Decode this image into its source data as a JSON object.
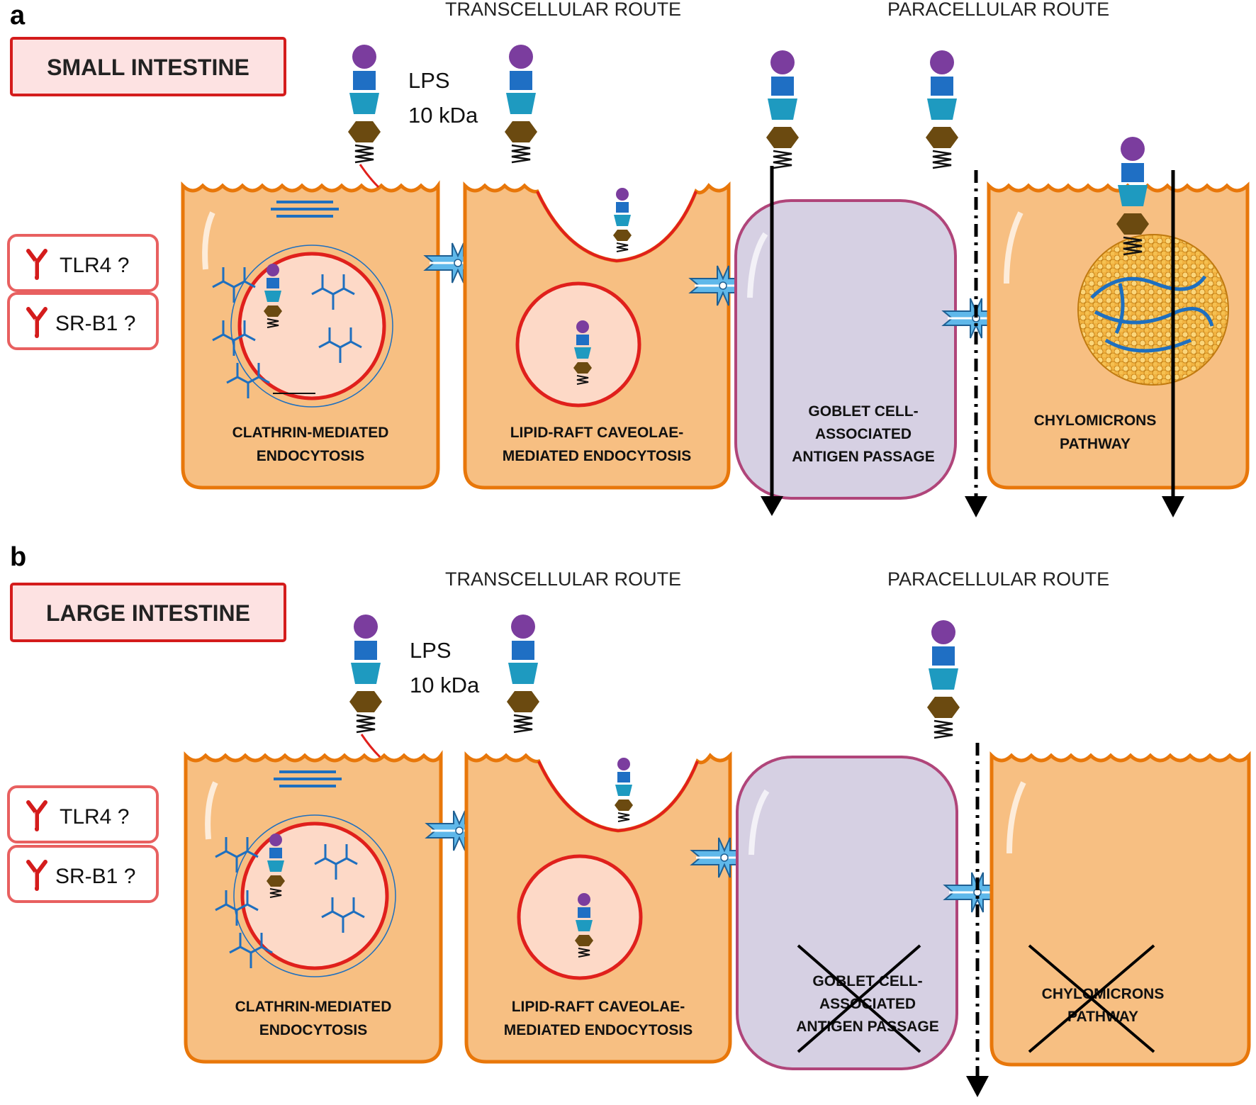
{
  "panel_a": {
    "letter": "a",
    "region": "SMALL INTESTINE",
    "transcellular_title": "TRANSCELLULAR ROUTE",
    "paracellular_title": "PARACELLULAR ROUTE",
    "lps_label_1": "LPS",
    "lps_label_2": "10 kDa",
    "receptors": [
      {
        "label": "TLR4 ?"
      },
      {
        "label": "SR-B1 ?"
      }
    ],
    "cells": [
      {
        "lines": [
          "CLATHRIN-MEDIATED",
          "ENDOCYTOSIS"
        ]
      },
      {
        "lines": [
          "LIPID-RAFT CAVEOLAE-",
          "MEDIATED ENDOCYTOSIS"
        ]
      },
      {
        "lines": [
          "GOBLET CELL-",
          "ASSOCIATED",
          "ANTIGEN PASSAGE"
        ]
      },
      {
        "lines": [
          "CHYLOMICRONS",
          "PATHWAY"
        ]
      }
    ]
  },
  "panel_b": {
    "letter": "b",
    "region": "LARGE INTESTINE",
    "transcellular_title": "TRANSCELLULAR ROUTE",
    "paracellular_title": "PARACELLULAR ROUTE",
    "lps_label_1": "LPS",
    "lps_label_2": "10 kDa",
    "receptors": [
      {
        "label": "TLR4 ?"
      },
      {
        "label": "SR-B1 ?"
      }
    ],
    "cells": [
      {
        "lines": [
          "CLATHRIN-MEDIATED",
          "ENDOCYTOSIS"
        ]
      },
      {
        "lines": [
          "LIPID-RAFT CAVEOLAE-",
          "MEDIATED ENDOCYTOSIS"
        ]
      },
      {
        "lines": [
          "GOBLET CELL-",
          "ASSOCIATED",
          "ANTIGEN PASSAGE"
        ]
      },
      {
        "lines": [
          "CHYLOMICRONS",
          "PATHWAY"
        ]
      }
    ]
  },
  "colors": {
    "cell_fill": "#f7bf82",
    "cell_border": "#e8770a",
    "goblet_fill": "#d6d0e3",
    "goblet_border": "#b0457a",
    "membrane_red": "#e0201c",
    "region_box_fill": "#fde2e2",
    "region_box_border": "#d41c1c",
    "receptor_box_border": "#e86060",
    "lps_circle": "#7b3d9e",
    "lps_square": "#1f6fc4",
    "lps_trapezoid": "#1e9ac0",
    "lps_hexagon": "#6b4a10",
    "junction": "#5fb8ea"
  }
}
